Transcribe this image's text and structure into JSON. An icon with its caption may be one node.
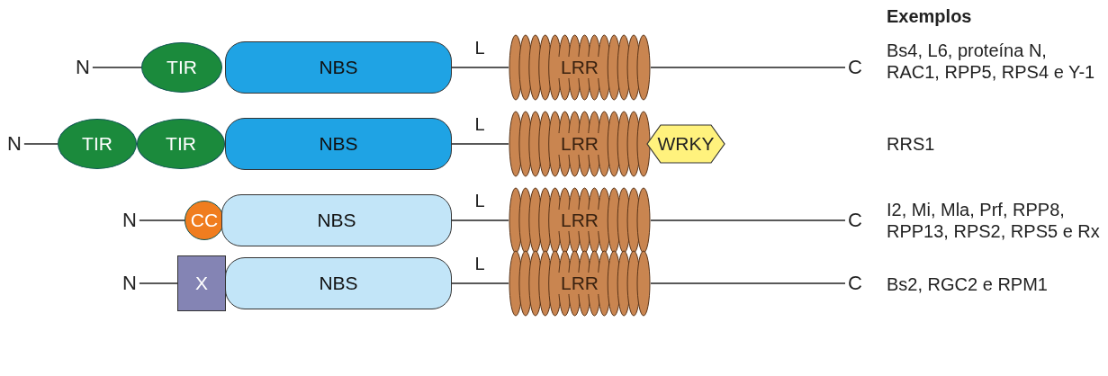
{
  "diagram": {
    "nodes": [
      {
        "text": [
          "N"
        ]
      },
      {
        "text": [
          "TIR"
        ]
      },
      {
        "text": [
          "NBS"
        ]
      },
      {
        "text": [
          "LRR"
        ]
      },
      {
        "text": [
          "C"
        ]
      },
      {
        "text": [
          "N"
        ]
      },
      {
        "text": [
          "TIR"
        ]
      },
      {
        "text": [
          "TIR"
        ]
      },
      {
        "text": [
          "NBS"
        ]
      },
      {
        "text": [
          "LRR"
        ]
      },
      {
        "text": [
          "WRKY"
        ]
      },
      {
        "text": [
          "N"
        ]
      },
      {
        "text": [
          "CC"
        ]
      },
      {
        "text": [
          "NBS"
        ]
      },
      {
        "text": [
          "LRR"
        ]
      },
      {
        "text": [
          "C"
        ]
      },
      {
        "text": [
          "N"
        ]
      },
      {
        "text": [
          "X"
        ]
      },
      {
        "text": [
          "NBS"
        ]
      },
      {
        "text": [
          "LRR"
        ]
      },
      {
        "text": [
          "C"
        ]
      }
    ],
    "edges": [
      {
        "from": 0,
        "to": 1,
        "arrow": "none"
      },
      {
        "from": 2,
        "to": 3,
        "arrow": "none",
        "label": "L"
      },
      {
        "from": 3,
        "to": 4,
        "arrow": "none"
      },
      {
        "from": 5,
        "to": 6,
        "arrow": "none"
      },
      {
        "from": 8,
        "to": 9,
        "arrow": "none",
        "label": "L"
      },
      {
        "from": 11,
        "to": 12,
        "arrow": "none"
      },
      {
        "from": 13,
        "to": 14,
        "arrow": "none",
        "label": "L"
      },
      {
        "from": 14,
        "to": 15,
        "arrow": "none"
      },
      {
        "from": 16,
        "to": 17,
        "arrow": "none"
      },
      {
        "from": 18,
        "to": 19,
        "arrow": "none",
        "label": "L"
      },
      {
        "from": 19,
        "to": 20,
        "arrow": "none"
      }
    ],
    "labels": [
      "Exemplos",
      "Bs4, L6, proteína N, RAC1, RPP5, RPS4 e Y-1",
      "RRS1",
      "I2, Mi, Mla, Prf, RPP8, RPP13, RPS2, RPS5 e Rx",
      "Bs2, RGC2 e RPM1"
    ]
  }
}
